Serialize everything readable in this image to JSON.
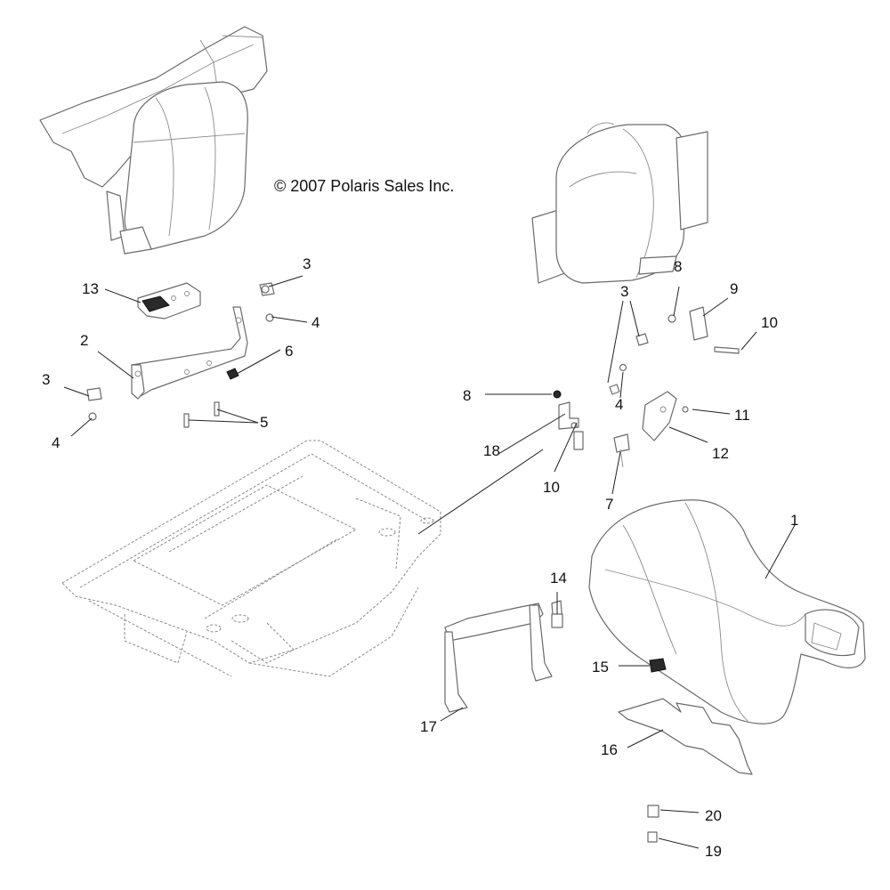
{
  "copyright": "© 2007 Polaris Sales Inc.",
  "callouts": [
    "1",
    "2",
    "3",
    "3",
    "3",
    "4",
    "4",
    "4",
    "5",
    "6",
    "7",
    "8",
    "8",
    "9",
    "10",
    "10",
    "11",
    "12",
    "13",
    "14",
    "15",
    "16",
    "17",
    "18",
    "19",
    "20"
  ]
}
